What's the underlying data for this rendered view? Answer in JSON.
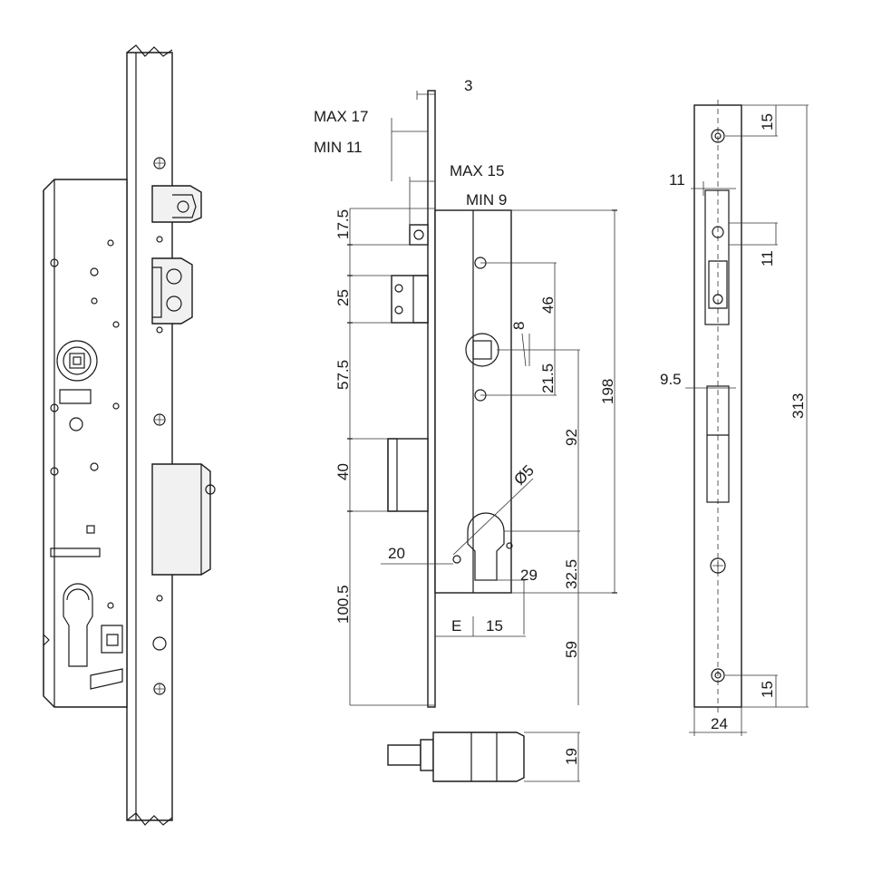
{
  "drawing": {
    "labels": {
      "top_3": "3",
      "max17": "MAX 17",
      "min11": "MIN 11",
      "max15": "MAX 15",
      "min9": "MIN 9",
      "d17_5": "17.5",
      "d25": "25",
      "d57_5": "57.5",
      "d40": "40",
      "d100_5": "100.5",
      "d20": "20",
      "d46": "46",
      "d8": "8",
      "d21_5": "21.5",
      "d92": "92",
      "d198": "198",
      "d5": "Ø5",
      "d29": "29",
      "d32_5": "32.5",
      "d59": "59",
      "e": "E",
      "d15a": "15",
      "d19": "19",
      "r15top": "15",
      "r11a": "11",
      "r11b": "11",
      "r9_5": "9.5",
      "r313": "313",
      "r15bot": "15",
      "r24": "24"
    }
  }
}
